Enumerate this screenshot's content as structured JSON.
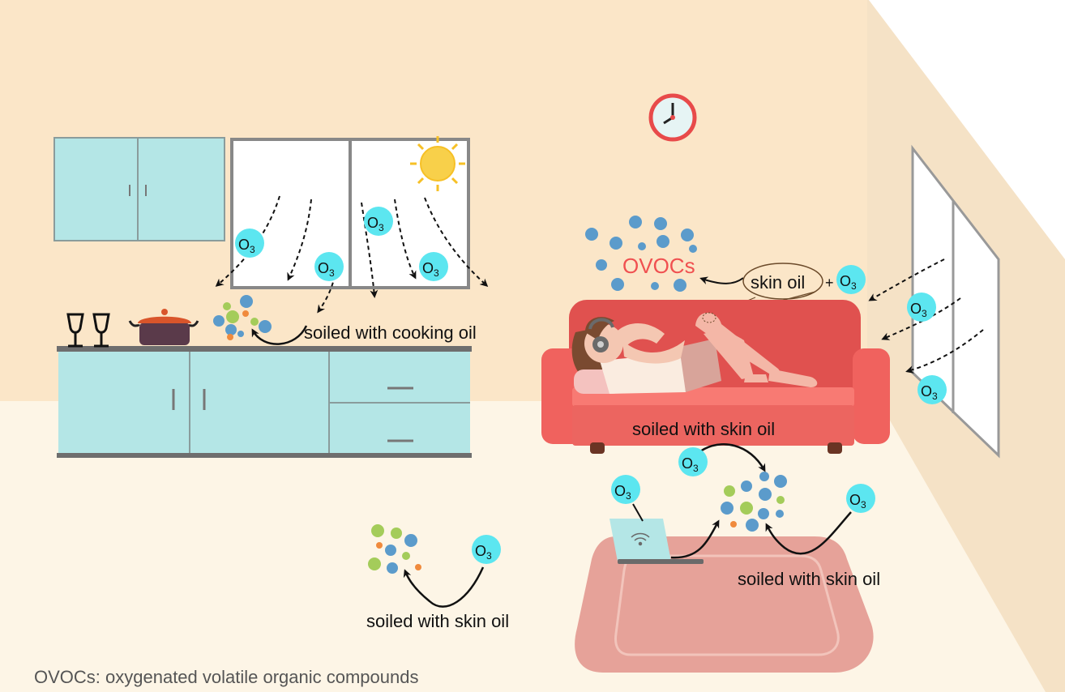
{
  "labels": {
    "ovocs_title": "OVOCs",
    "skin_oil": "skin oil",
    "plus": "+",
    "ozone_base": "O",
    "ozone_sub": "3",
    "cooking_oil": "soiled with cooking oil",
    "sofa_oil": "soiled with skin oil",
    "rug_oil": "soiled with skin oil",
    "floor_oil": "soiled with skin oil"
  },
  "footnote": "OVOCs: oxygenated volatile organic compounds",
  "colors": {
    "wall": "#fbe6c8",
    "floor": "#fdf5e6",
    "side_wall": "#f5e2c6",
    "cabinet": "#b4e6e6",
    "sofa": "#e8645f",
    "rug": "#e6a299",
    "ozone_bubble": "#5ce6f0",
    "ovoc_blue": "#5b9bcb",
    "ovoc_green": "#a4cc5a",
    "ovoc_orange": "#f08a3c",
    "ovocs_text": "#f05050",
    "clock_ring": "#e84a4a",
    "sun": "#f6c026"
  },
  "icons": [
    "clock-icon",
    "sun-icon",
    "laptop-icon",
    "wifi-icon",
    "headphones-icon",
    "wine-glass-icon",
    "cooking-pot-icon"
  ]
}
